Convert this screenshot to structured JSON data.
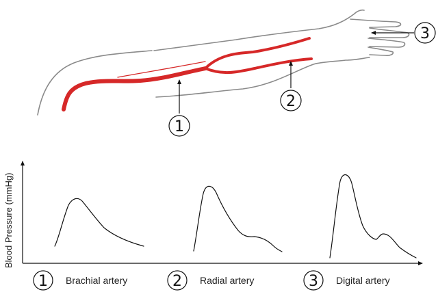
{
  "figure": {
    "y_axis_label": "Blood Pressure (mmHg)",
    "callouts": [
      "1",
      "2",
      "3"
    ],
    "waveforms": [
      {
        "number": "1",
        "caption": "Brachial artery"
      },
      {
        "number": "2",
        "caption": "Radial artery"
      },
      {
        "number": "3",
        "caption": "Digital artery"
      }
    ],
    "colors": {
      "artery": "#d62828",
      "arm_outline": "#8a8a8a",
      "ink": "#111111"
    }
  }
}
